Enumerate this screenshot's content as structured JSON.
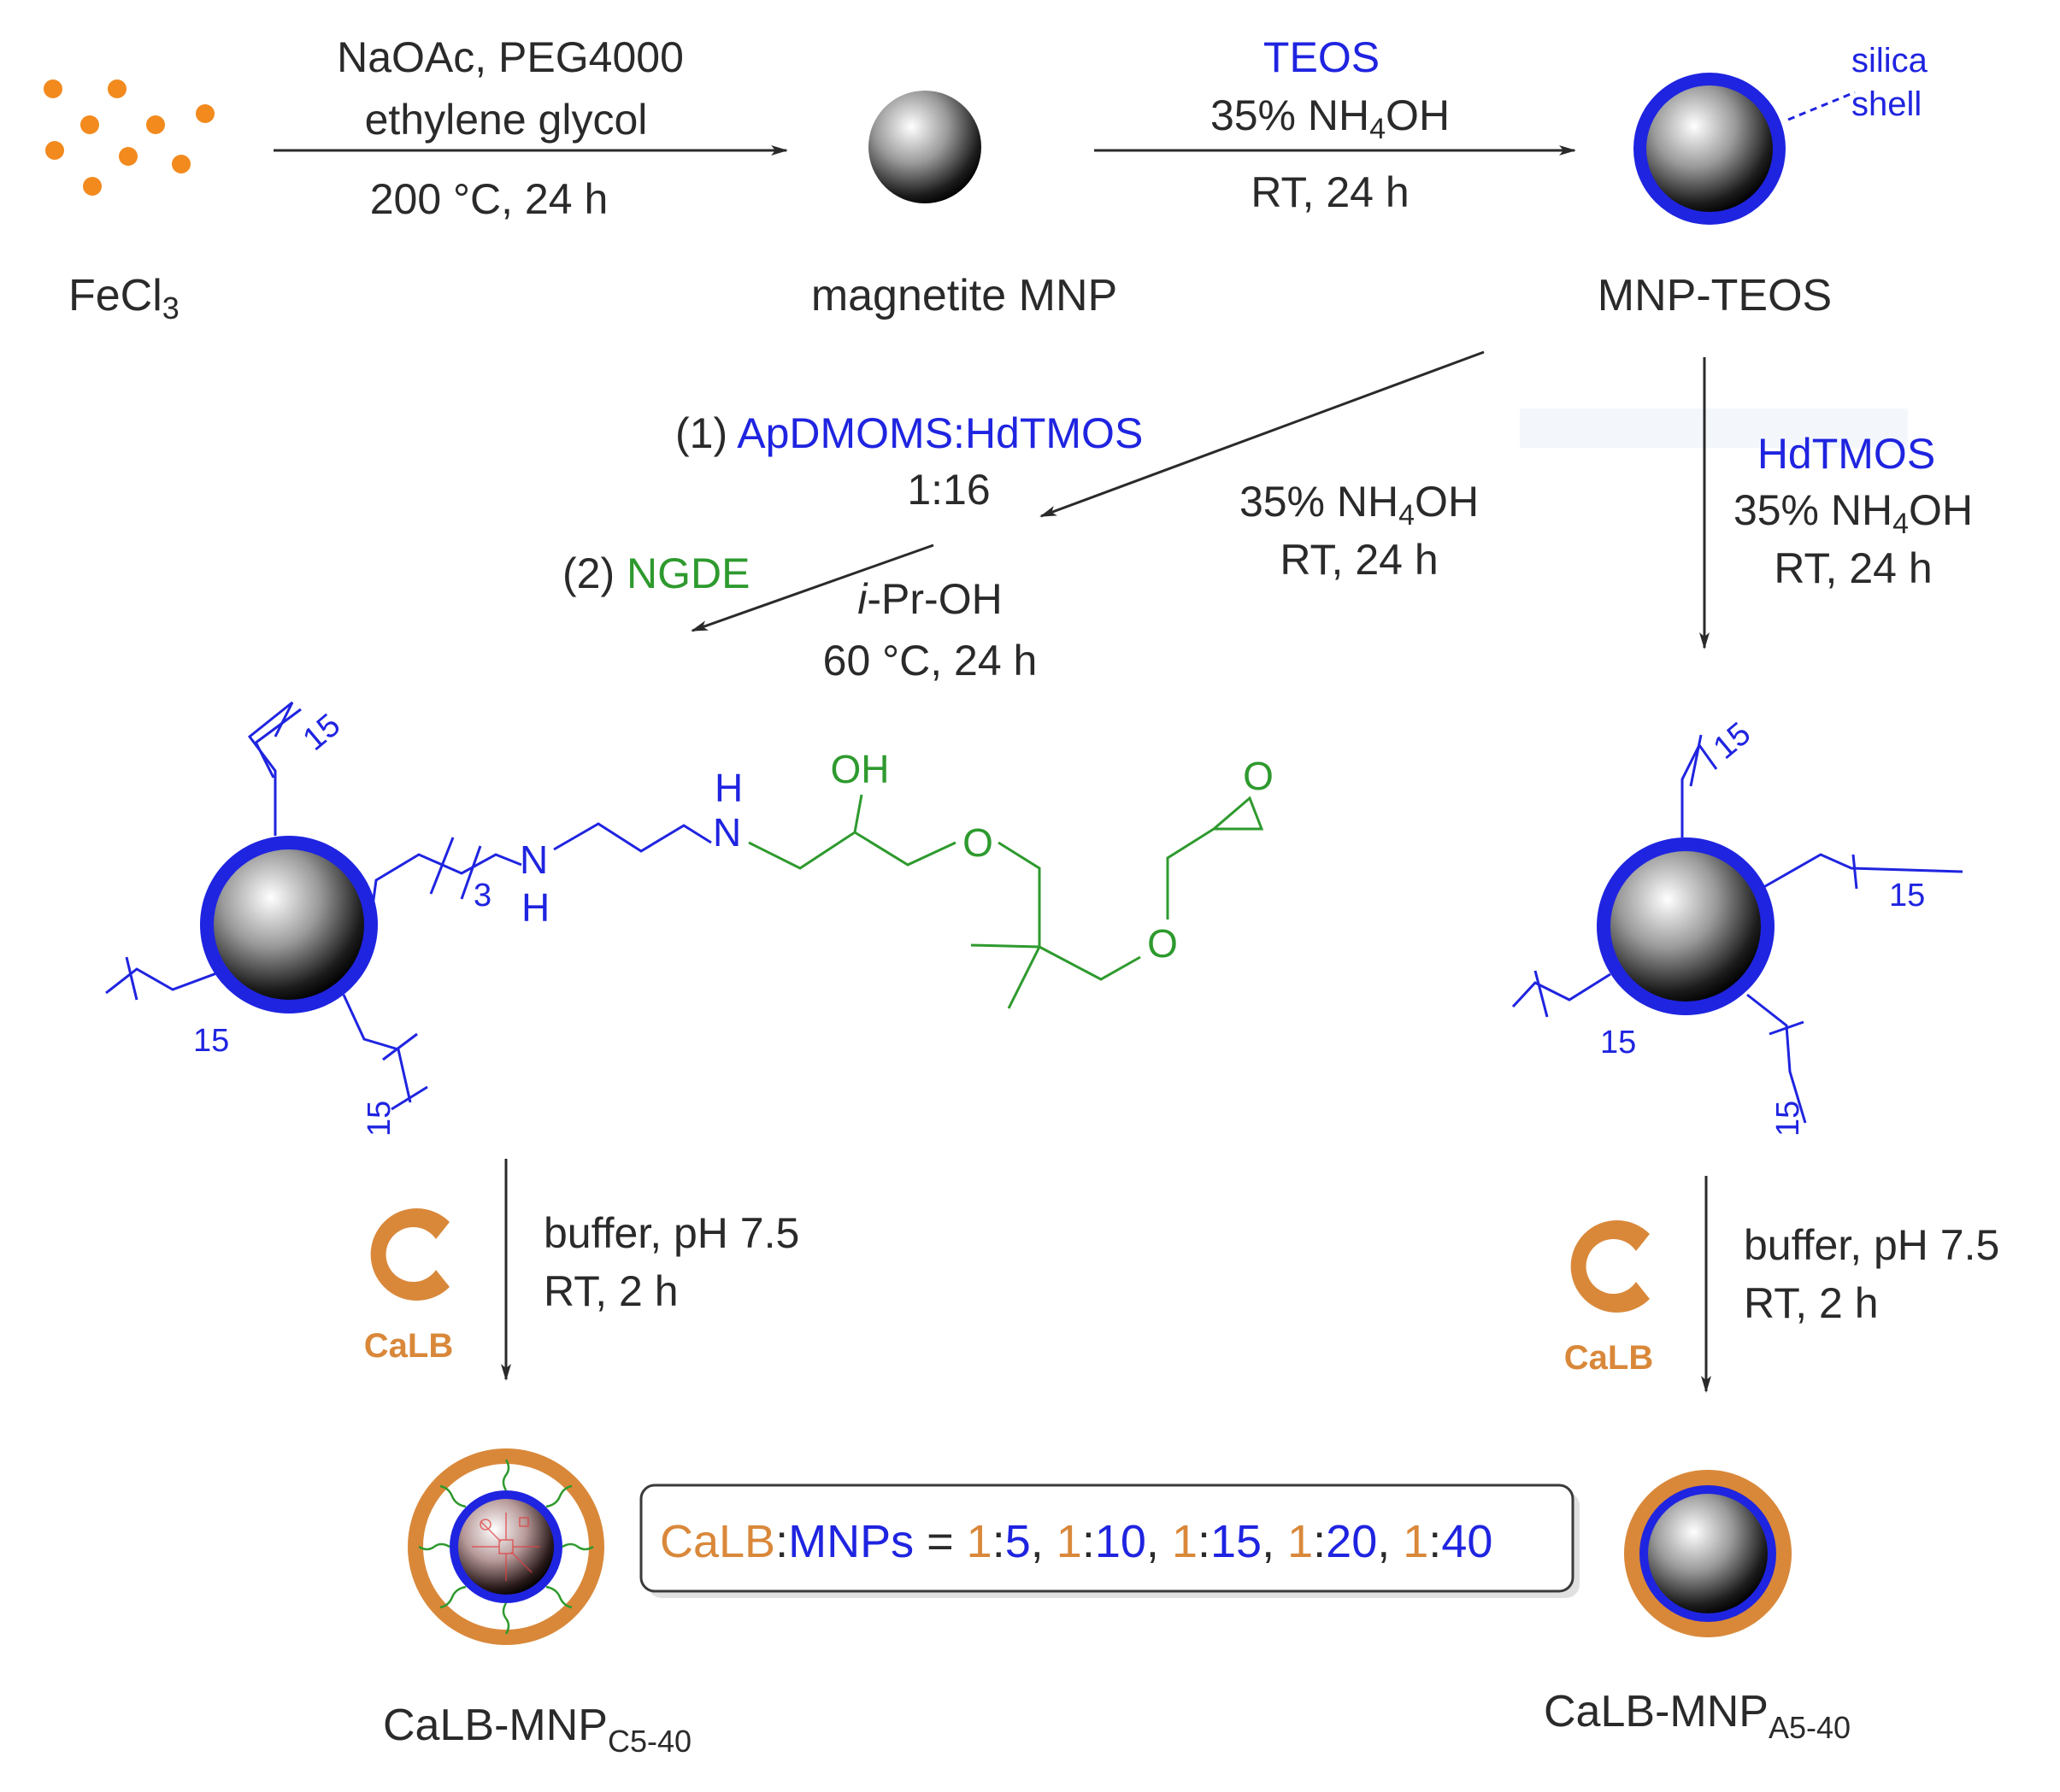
{
  "colors": {
    "text": "#2a2a2a",
    "silica_blue": "#1f24e0",
    "linker_green": "#2e9a2e",
    "iron_orange": "#f28a1e",
    "calb_orange": "#d9883a"
  },
  "labels": {
    "fecl3": "FeCl",
    "fecl3_sub": "3",
    "magnetite": "magnetite MNP",
    "mnp_teos": "MNP-TEOS",
    "silica_line1": "silica",
    "silica_line2": "shell",
    "product_c_main": "CaLB-MNP",
    "product_c_sub": "C5-40",
    "product_a_main": "CaLB-MNP",
    "product_a_sub": "A5-40"
  },
  "step1": {
    "line1": "NaOAc, PEG4000",
    "line2": "ethylene glycol",
    "line3": "200 °C, 24 h"
  },
  "step2": {
    "reagent": "TEOS",
    "base_pre": "35% NH",
    "base_sub": "4",
    "base_post": "OH",
    "conditions": "RT, 24 h"
  },
  "step3_left": {
    "step1_num": "(1) ",
    "step1_reagent": "ApDMOMS:HdTMOS",
    "ratio": "1:16",
    "base_pre": "35% NH",
    "base_sub": "4",
    "base_post": "OH",
    "conditions": "RT, 24 h",
    "step2_num": "(2) ",
    "step2_reagent": "NGDE",
    "solvent_italic": "i",
    "solvent_rest": "-Pr-OH",
    "temp": "60 °C, 24 h"
  },
  "step3_right": {
    "reagent": "HdTMOS",
    "base_pre": "35% NH",
    "base_sub": "4",
    "base_post": "OH",
    "conditions": "RT, 24 h"
  },
  "step4": {
    "enzyme": "CaLB",
    "buffer": "buffer, pH 7.5",
    "conditions": "RT, 2 h"
  },
  "structure": {
    "chain_count": "15",
    "propyl_count": "3",
    "atom_N": "N",
    "atom_H": "H",
    "atom_O": "O",
    "atom_OH": "OH"
  },
  "ratios_box": {
    "calb": "CaLB",
    "colon": ":",
    "mnps": "MNPs",
    "equals": " = ",
    "values": [
      "1:5",
      "1:10",
      "1:15",
      "1:20",
      "1:40"
    ]
  }
}
